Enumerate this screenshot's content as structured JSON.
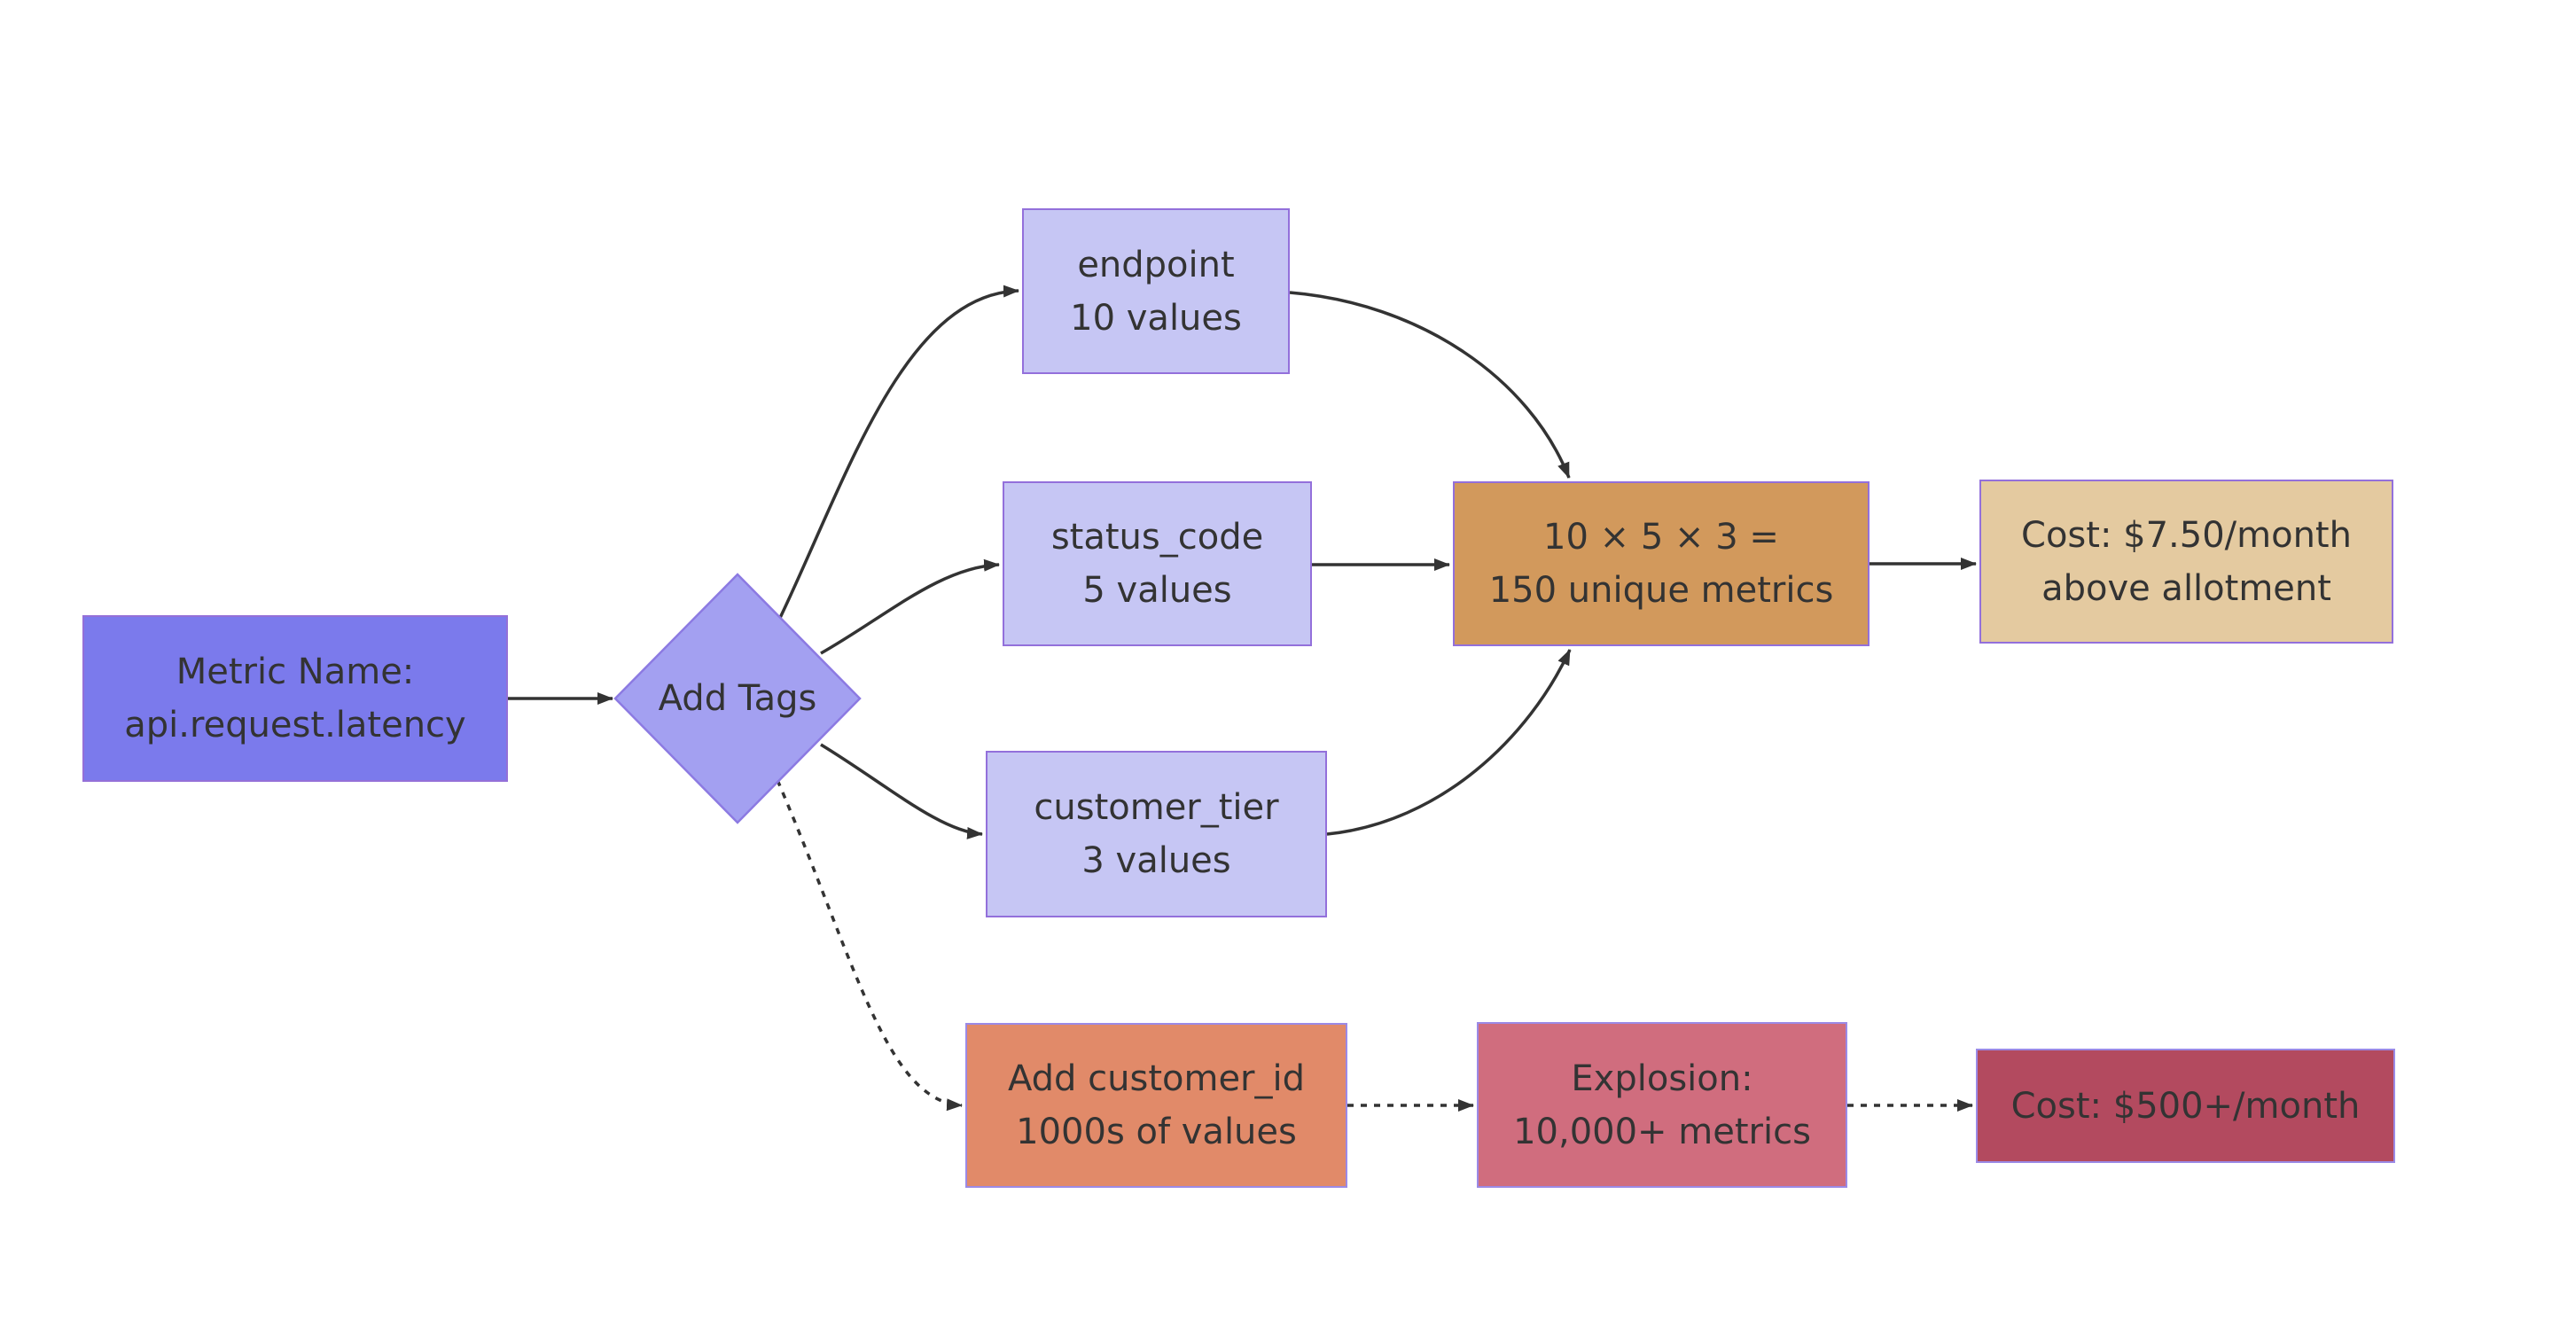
{
  "diagram": {
    "background": "#ffffff",
    "edge_color": "#333333",
    "text_color": "#333333",
    "nodes": {
      "metric": {
        "line1": "Metric Name:",
        "line2": "api.request.latency",
        "fill": "#7b7aec",
        "border": "#9470d8"
      },
      "add_tags": {
        "label": "Add Tags",
        "fill": "#a3a0f1",
        "border": "#8c7ae2"
      },
      "endpoint": {
        "line1": "endpoint",
        "line2": "10 values",
        "fill": "#c6c6f4",
        "border": "#9370db"
      },
      "status_code": {
        "line1": "status_code",
        "line2": "5 values",
        "fill": "#c6c6f4",
        "border": "#9370db"
      },
      "customer_tier": {
        "line1": "customer_tier",
        "line2": "3 values",
        "fill": "#c6c6f4",
        "border": "#9370db"
      },
      "multiply": {
        "line1": "10 × 5 × 3 =",
        "line2": "150 unique metrics",
        "fill": "#d2995c",
        "border": "#9370db"
      },
      "cost_ok": {
        "line1": "Cost: $7.50/month",
        "line2": "above allotment",
        "fill": "#e4caa0",
        "border": "#9370db"
      },
      "add_customer_id": {
        "line1": "Add customer_id",
        "line2": "1000s of values",
        "fill": "#e18a69",
        "border": "#9b8ae6"
      },
      "explosion": {
        "line1": "Explosion:",
        "line2": "10,000+ metrics",
        "fill": "#d06d7e",
        "border": "#9b8ae6"
      },
      "cost_bad": {
        "line1": "Cost: $500+/month",
        "fill": "#b34a5f",
        "border": "#9b8ae6"
      }
    },
    "edges": [
      {
        "from": "metric",
        "to": "add_tags",
        "style": "solid"
      },
      {
        "from": "add_tags",
        "to": "endpoint",
        "style": "solid"
      },
      {
        "from": "add_tags",
        "to": "status_code",
        "style": "solid"
      },
      {
        "from": "add_tags",
        "to": "customer_tier",
        "style": "solid"
      },
      {
        "from": "add_tags",
        "to": "add_customer_id",
        "style": "dotted"
      },
      {
        "from": "endpoint",
        "to": "multiply",
        "style": "solid"
      },
      {
        "from": "status_code",
        "to": "multiply",
        "style": "solid"
      },
      {
        "from": "customer_tier",
        "to": "multiply",
        "style": "solid"
      },
      {
        "from": "multiply",
        "to": "cost_ok",
        "style": "solid"
      },
      {
        "from": "add_customer_id",
        "to": "explosion",
        "style": "dotted"
      },
      {
        "from": "explosion",
        "to": "cost_bad",
        "style": "dotted"
      }
    ]
  }
}
